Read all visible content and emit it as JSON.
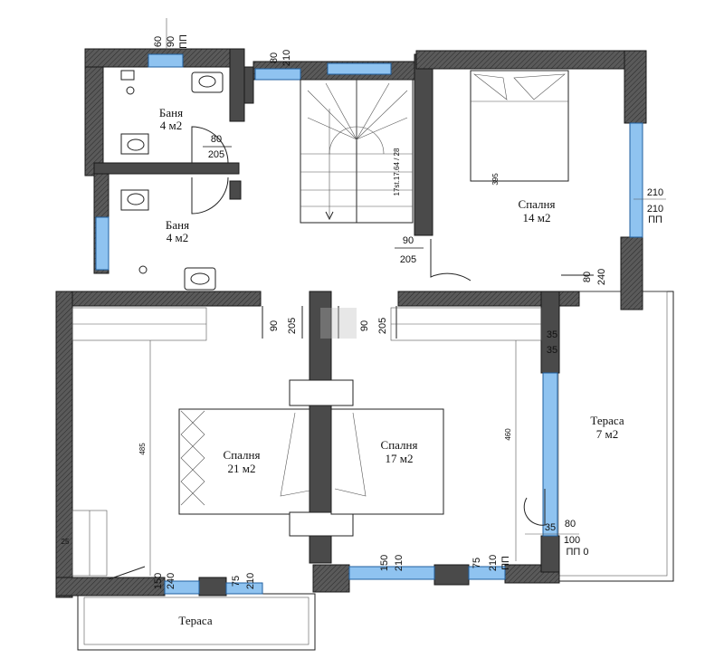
{
  "rooms": {
    "bath_upper": {
      "name": "Баня",
      "area": "4 м2"
    },
    "bath_lower": {
      "name": "Баня",
      "area": "4 м2"
    },
    "bedroom_ne": {
      "name": "Спалня",
      "area": "14 м2"
    },
    "bedroom_sw": {
      "name": "Спалня",
      "area": "21 м2"
    },
    "bedroom_sc": {
      "name": "Спалня",
      "area": "17 м2"
    },
    "terrace_e": {
      "name": "Тераса",
      "area": "7 м2"
    },
    "terrace_s": {
      "name": "Тераса"
    }
  },
  "dims": {
    "d60": "60",
    "d90": "90",
    "pp": "ПП",
    "d80": "80",
    "d210": "210",
    "d205": "205",
    "d240": "240",
    "d35": "35",
    "d100": "100",
    "pp0": "ПП  0",
    "d150": "150",
    "d75": "75",
    "d25": "25",
    "d395": "395",
    "d485": "485",
    "d460": "460",
    "stair": "17st.17.64 / 28"
  },
  "colors": {
    "wall": "#4a4a4a",
    "window": "#8fc3f0"
  }
}
